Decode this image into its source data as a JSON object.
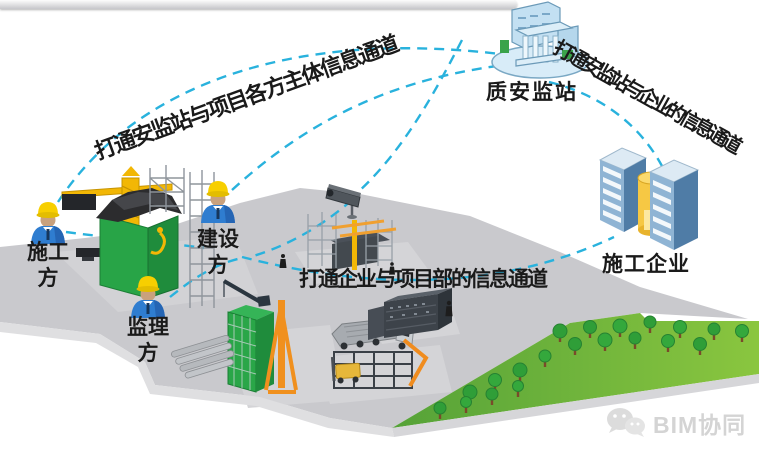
{
  "connections": {
    "station_parties": {
      "label": "打通安监站与项目各方主体信息通道"
    },
    "station_enterprise": {
      "label": "打通安监站与企业的信息通道"
    },
    "enterprise_project": {
      "label": "打通企业与项目部的信息通道"
    }
  },
  "nodes": {
    "qa_station": {
      "label": "质安监站",
      "icon": "government-building-icon"
    },
    "construction_enterprise": {
      "label": "施工企业",
      "icon": "server-racks-icon"
    },
    "constructor": {
      "label": "施工方",
      "icon": "hardhat-worker-icon"
    },
    "client": {
      "label": "建设方",
      "icon": "hardhat-worker-icon"
    },
    "supervisor": {
      "label": "监理方",
      "icon": "hardhat-worker-icon"
    },
    "site_camera": {
      "icon": "cctv-camera-icon"
    }
  },
  "watermark": {
    "label": "BIM协同",
    "icon": "chat-bubbles-icon"
  },
  "colors": {
    "dash_cyan": "#29b2dd",
    "site_green": "#28a447",
    "crane_yellow": "#f2b705",
    "machinery_orange": "#f08c1e",
    "worker_blue": "#2f7dd0",
    "hardhat_yellow": "#f7cf00",
    "server_blue": "#4f7ca6",
    "station_blue": "#c3e0f2",
    "grass_green": "#6db73c",
    "terrain_gray": "#c9c9cd",
    "watermark_gray": "#d4d4d4",
    "text_black": "#1a1a1a"
  }
}
